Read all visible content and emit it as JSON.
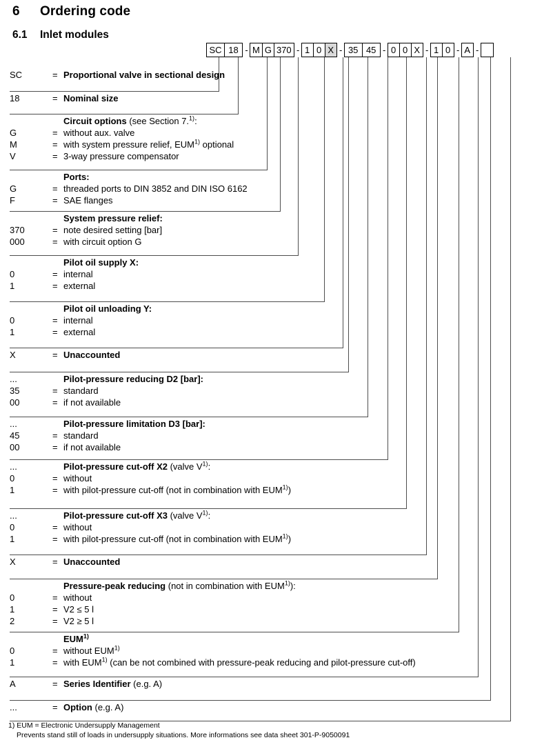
{
  "headings": {
    "section_number": "6",
    "section_title": "Ordering code",
    "sub_number": "6.1",
    "sub_title": "Inlet modules"
  },
  "code_string": {
    "segments": [
      {
        "type": "box",
        "text": "SC",
        "style": "wide"
      },
      {
        "type": "box",
        "text": "18",
        "style": "wide"
      },
      {
        "type": "dash",
        "text": "-"
      },
      {
        "type": "box",
        "text": "M",
        "style": "normal"
      },
      {
        "type": "box",
        "text": "G",
        "style": "normal"
      },
      {
        "type": "box",
        "text": "370",
        "style": "wide"
      },
      {
        "type": "dash",
        "text": "-"
      },
      {
        "type": "box",
        "text": "1",
        "style": "normal"
      },
      {
        "type": "box",
        "text": "0",
        "style": "normal"
      },
      {
        "type": "box",
        "text": "X",
        "style": "grey"
      },
      {
        "type": "dash",
        "text": "-"
      },
      {
        "type": "box",
        "text": "35",
        "style": "wide"
      },
      {
        "type": "box",
        "text": "45",
        "style": "wide"
      },
      {
        "type": "dash",
        "text": "-"
      },
      {
        "type": "box",
        "text": "0",
        "style": "normal"
      },
      {
        "type": "box",
        "text": "0",
        "style": "normal"
      },
      {
        "type": "box",
        "text": "X",
        "style": "normal"
      },
      {
        "type": "dash",
        "text": "-"
      },
      {
        "type": "box",
        "text": "1",
        "style": "normal"
      },
      {
        "type": "box",
        "text": "0",
        "style": "normal"
      },
      {
        "type": "dash",
        "text": "-"
      },
      {
        "type": "box",
        "text": "A",
        "style": "normal"
      },
      {
        "type": "dash",
        "text": "-"
      },
      {
        "type": "box",
        "text": "",
        "style": "empty"
      }
    ]
  },
  "rows": [
    {
      "id": "valve-design",
      "title": null,
      "entries": [
        {
          "key": "SC",
          "eq": "=",
          "value": "Proportional valve in sectional design"
        }
      ]
    },
    {
      "id": "nominal-size",
      "title": null,
      "entries": [
        {
          "key": "18",
          "eq": "=",
          "value": "Nominal size"
        }
      ]
    },
    {
      "id": "circuit-options",
      "title": "Circuit options (see Section 7.1):",
      "entries": [
        {
          "key": "G",
          "eq": "=",
          "value": "without aux. valve"
        },
        {
          "key": "M",
          "eq": "=",
          "value": "with system pressure relief, EUM¹⁾ optional"
        },
        {
          "key": "V",
          "eq": "=",
          "value": "3-way pressure compensator"
        }
      ]
    },
    {
      "id": "ports",
      "title": "Ports:",
      "entries": [
        {
          "key": "G",
          "eq": "=",
          "value": "threaded ports to DIN 3852 and DIN ISO 6162"
        },
        {
          "key": "F",
          "eq": "=",
          "value": "SAE flanges"
        }
      ]
    },
    {
      "id": "system-pressure-relief",
      "title": "System pressure relief:",
      "entries": [
        {
          "key": "370",
          "eq": "=",
          "value": "note desired setting [bar]"
        },
        {
          "key": "000",
          "eq": "=",
          "value": "with circuit option G"
        }
      ]
    },
    {
      "id": "pilot-oil-supply",
      "title": "Pilot oil supply X:",
      "entries": [
        {
          "key": "0",
          "eq": "=",
          "value": "internal"
        },
        {
          "key": "1",
          "eq": "=",
          "value": "external"
        }
      ]
    },
    {
      "id": "pilot-oil-unloading",
      "title": "Pilot oil unloading Y:",
      "entries": [
        {
          "key": "0",
          "eq": "=",
          "value": "internal"
        },
        {
          "key": "1",
          "eq": "=",
          "value": "external"
        }
      ]
    },
    {
      "id": "unaccounted-1",
      "title": null,
      "entries": [
        {
          "key": "X",
          "eq": "=",
          "value": "Unaccounted"
        }
      ]
    },
    {
      "id": "pilot-pressure-reducing-d2",
      "title": "Pilot-pressure reducing D2 [bar]:",
      "title_key": "...",
      "entries": [
        {
          "key": "35",
          "eq": "=",
          "value": "standard"
        },
        {
          "key": "00",
          "eq": "=",
          "value": "if not available"
        }
      ]
    },
    {
      "id": "pilot-pressure-limitation-d3",
      "title": "Pilot-pressure limitation D3 [bar]:",
      "title_key": "...",
      "entries": [
        {
          "key": "45",
          "eq": "=",
          "value": "standard"
        },
        {
          "key": "00",
          "eq": "=",
          "value": "if not available"
        }
      ]
    },
    {
      "id": "pilot-pressure-cutoff-x2",
      "title": "Pilot-pressure cut-off X2 (valve V1):",
      "title_key": "...",
      "entries": [
        {
          "key": "0",
          "eq": "=",
          "value": "without"
        },
        {
          "key": "1",
          "eq": "=",
          "value": "with pilot-pressure cut-off (not in combination with EUM¹⁾)"
        }
      ]
    },
    {
      "id": "pilot-pressure-cutoff-x3",
      "title": "Pilot-pressure cut-off X3 (valve V1):",
      "title_key": "...",
      "entries": [
        {
          "key": "0",
          "eq": "=",
          "value": "without"
        },
        {
          "key": "1",
          "eq": "=",
          "value": "with pilot-pressure cut-off (not in combination with EUM¹⁾)"
        }
      ]
    },
    {
      "id": "unaccounted-2",
      "title": null,
      "entries": [
        {
          "key": "X",
          "eq": "=",
          "value": "Unaccounted"
        }
      ]
    },
    {
      "id": "pressure-peak-reducing",
      "title": "Pressure-peak reducing (not in combination with EUM¹⁾):",
      "entries": [
        {
          "key": "0",
          "eq": "=",
          "value": "without"
        },
        {
          "key": "1",
          "eq": "=",
          "value": "V2 ≤ 5 l"
        },
        {
          "key": "2",
          "eq": "=",
          "value": "V2 ≥ 5 l"
        }
      ]
    },
    {
      "id": "eum",
      "title": "EUM¹⁾",
      "entries": [
        {
          "key": "0",
          "eq": "=",
          "value": "without EUM¹⁾"
        },
        {
          "key": "1",
          "eq": "=",
          "value": "with EUM¹⁾ (can be not combined with pressure-peak reducing and pilot-pressure cut-off)"
        }
      ]
    },
    {
      "id": "series-identifier",
      "title": null,
      "entries": [
        {
          "key": "A",
          "eq": "=",
          "value": "Series Identifier (e.g. A)"
        }
      ]
    },
    {
      "id": "option",
      "title": null,
      "entries": [
        {
          "key": "...",
          "eq": "=",
          "value": "Option (e.g. A)"
        }
      ]
    }
  ],
  "footnote": {
    "line1": "1) EUM = Electronic Undersupply Management",
    "line2": "Prevents stand still of loads in undersupply situations. More informations see data sheet 301-P-9050091"
  },
  "colors": {
    "text": "#000000",
    "rule": "#4d4d4d",
    "box_border": "#000000",
    "grey_fill": "#d9d9d9"
  }
}
